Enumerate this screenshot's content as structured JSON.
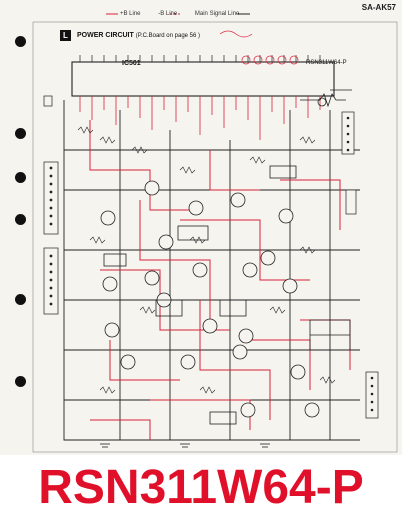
{
  "model_code": "SA-AK57",
  "legend": {
    "plus_b_line": "+B Line",
    "minus_b_line": "-B Line",
    "main_signal_line": "Main Signal Line"
  },
  "section_letter": "L",
  "circuit_title": "POWER CIRCUIT",
  "circuit_ref": "(P.C.Board on page 56 )",
  "ic_label": "IC501",
  "ic_part_number": "RSN311W64-P",
  "caption": "RSN311W64-P",
  "colors": {
    "caption_red": "#e0102a",
    "trace_red": "#d6213a",
    "trace_dark": "#222222",
    "paper": "#f6f4ef"
  }
}
